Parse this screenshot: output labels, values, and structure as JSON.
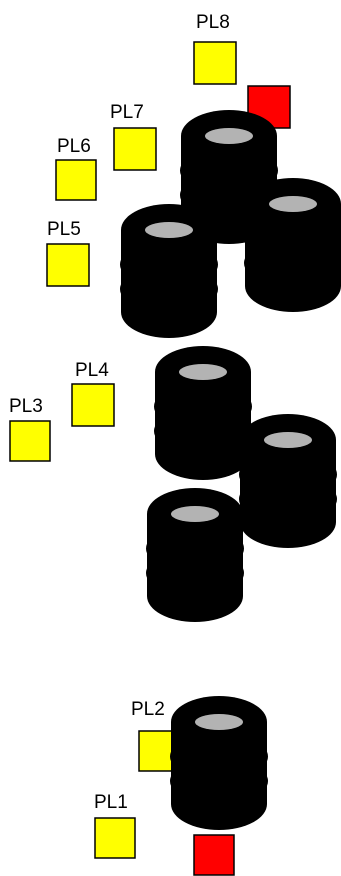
{
  "colors": {
    "pad_idle": "#ffff00",
    "pad_active": "#ff0000",
    "stack_body": "#000000",
    "stack_top_hole": "#b3b3b3"
  },
  "pads": [
    {
      "label": "PL1",
      "state": "idle"
    },
    {
      "label": "PL2",
      "state": "idle"
    },
    {
      "label": "PL3",
      "state": "idle"
    },
    {
      "label": "PL4",
      "state": "idle"
    },
    {
      "label": "PL5",
      "state": "idle"
    },
    {
      "label": "PL6",
      "state": "idle"
    },
    {
      "label": "PL7",
      "state": "idle"
    },
    {
      "label": "PL8",
      "state": "idle"
    },
    {
      "label": "",
      "state": "active"
    },
    {
      "label": "",
      "state": "active"
    }
  ],
  "stacks": [
    {
      "name": "top-left"
    },
    {
      "name": "top-center"
    },
    {
      "name": "top-right"
    },
    {
      "name": "middle-top"
    },
    {
      "name": "middle-right"
    },
    {
      "name": "middle-bottom"
    },
    {
      "name": "bottom"
    }
  ]
}
